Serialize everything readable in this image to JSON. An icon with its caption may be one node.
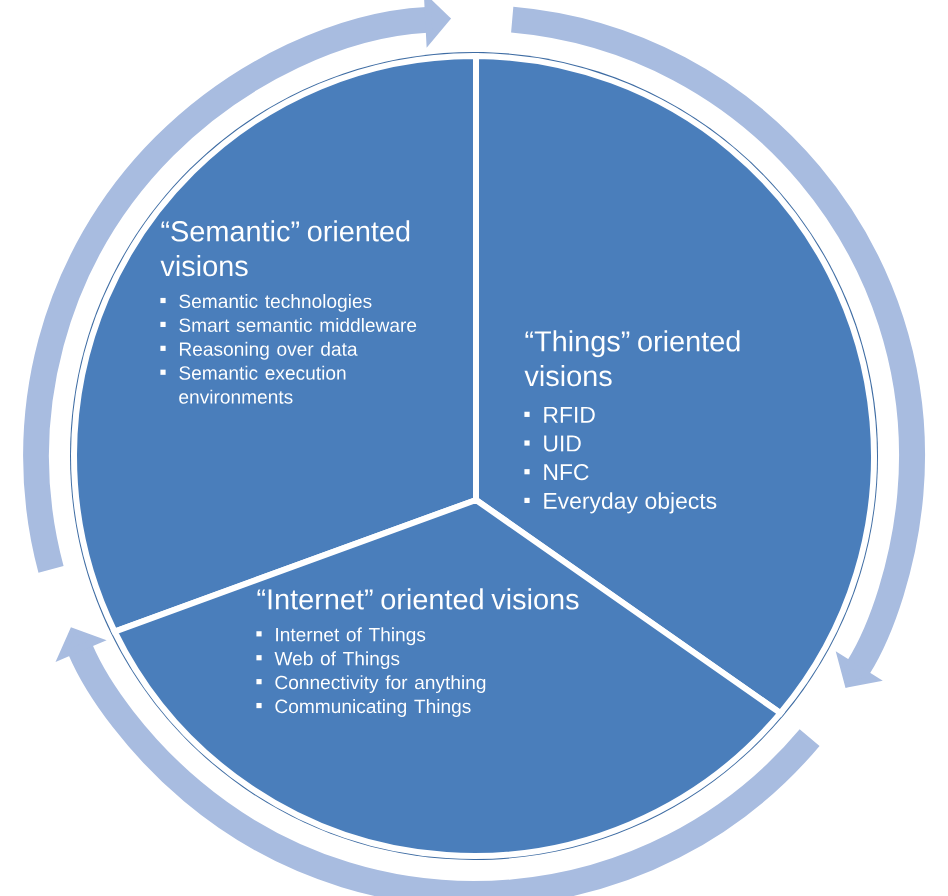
{
  "diagram": {
    "nodes": [
      {
        "text": [
          "“Semantic” oriented visions",
          "Semantic technologies",
          "Smart semantic middleware",
          "Reasoning over data",
          "Semantic execution environments"
        ]
      },
      {
        "text": [
          "“Things” oriented visions",
          "RFID",
          "UID",
          "NFC",
          "Everyday objects"
        ]
      },
      {
        "text": [
          "“Internet” oriented visions",
          "Internet of Things",
          "Web of Things",
          "Connectivity for anything",
          "Communicating Things"
        ]
      }
    ]
  }
}
